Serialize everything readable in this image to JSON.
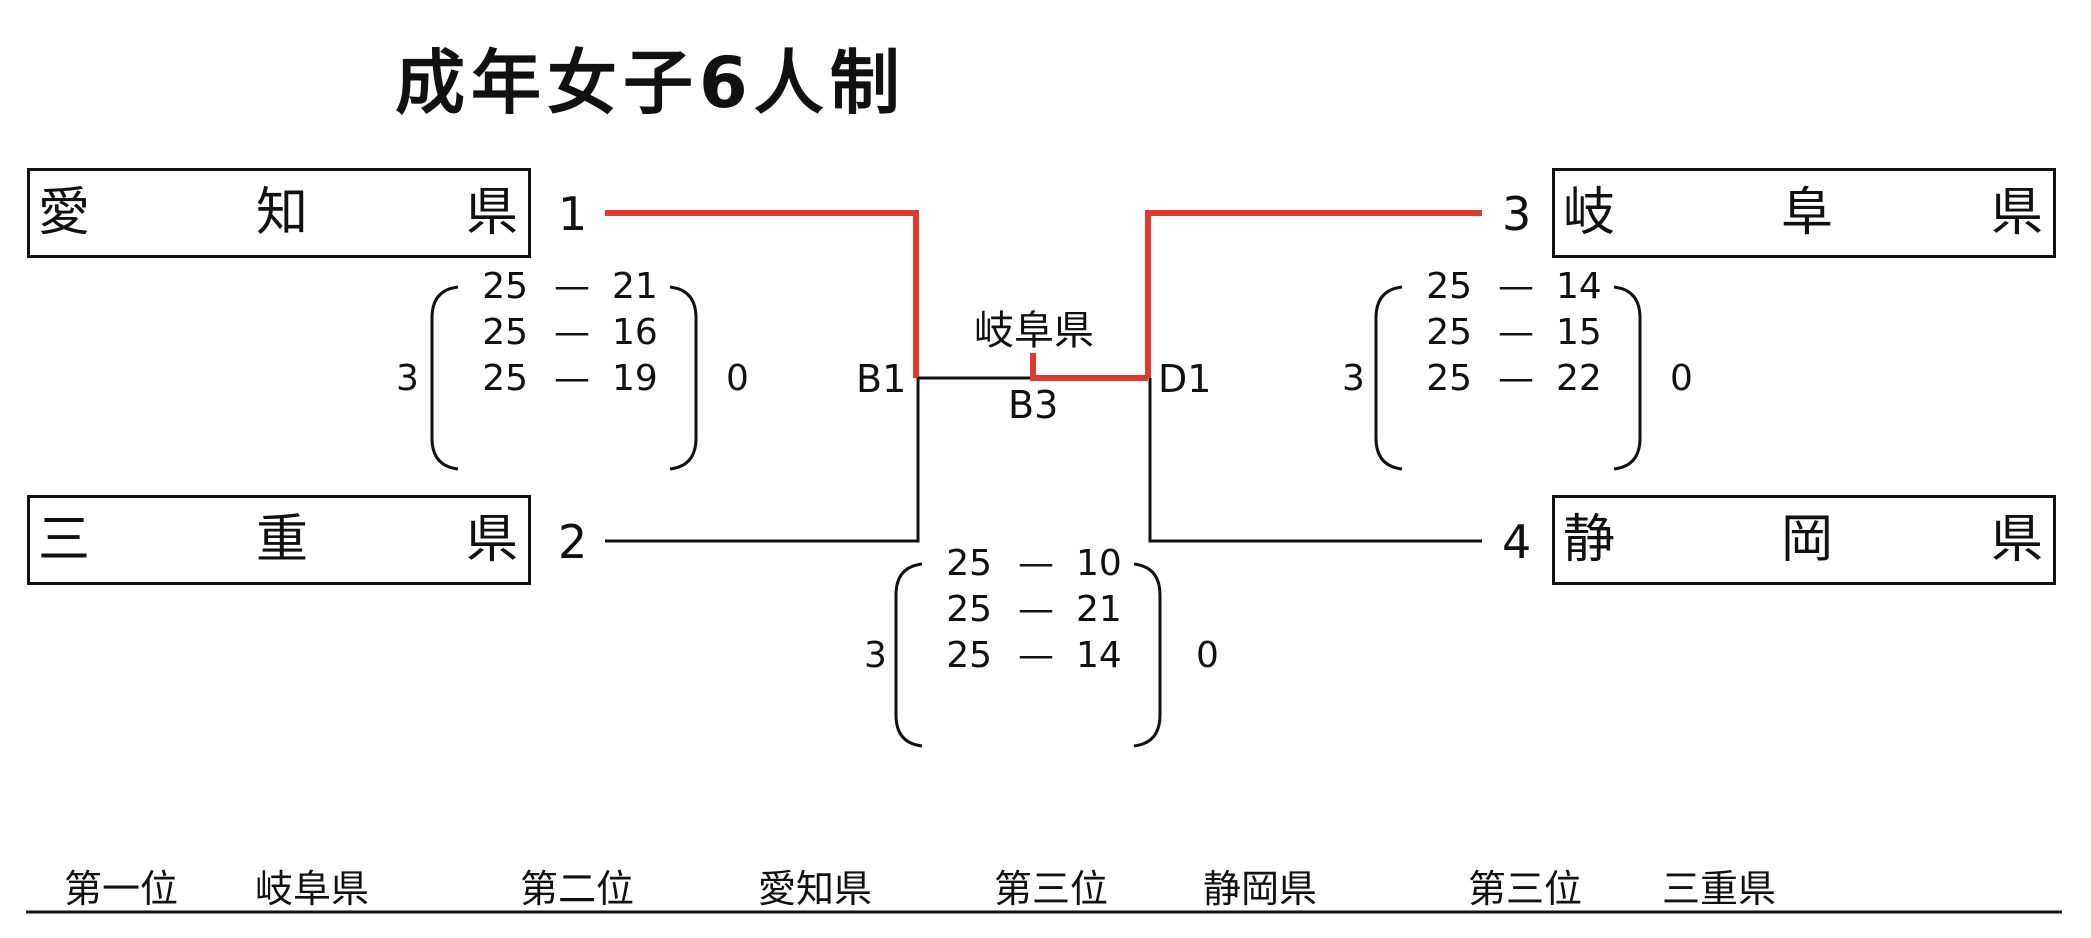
{
  "title": "成年女子6人制",
  "teams": [
    {
      "seed": "1",
      "chars": [
        "愛",
        "知",
        "県"
      ]
    },
    {
      "seed": "2",
      "chars": [
        "三",
        "重",
        "県"
      ]
    },
    {
      "seed": "3",
      "chars": [
        "岐",
        "阜",
        "県"
      ]
    },
    {
      "seed": "4",
      "chars": [
        "静",
        "岡",
        "県"
      ]
    }
  ],
  "matches": {
    "left": {
      "label": "B1",
      "sets_won": "3",
      "sets_lost": "0",
      "sets": [
        {
          "a": "25",
          "d": "—",
          "b": "21"
        },
        {
          "a": "25",
          "d": "—",
          "b": "16"
        },
        {
          "a": "25",
          "d": "—",
          "b": "19"
        }
      ]
    },
    "right": {
      "label": "D1",
      "sets_won": "3",
      "sets_lost": "0",
      "sets": [
        {
          "a": "25",
          "d": "—",
          "b": "14"
        },
        {
          "a": "25",
          "d": "—",
          "b": "15"
        },
        {
          "a": "25",
          "d": "—",
          "b": "22"
        }
      ]
    },
    "final": {
      "label": "B3",
      "winner": "岐阜県",
      "sets_won": "3",
      "sets_lost": "0",
      "sets": [
        {
          "a": "25",
          "d": "—",
          "b": "10"
        },
        {
          "a": "25",
          "d": "—",
          "b": "21"
        },
        {
          "a": "25",
          "d": "—",
          "b": "14"
        }
      ]
    }
  },
  "rankings": [
    {
      "place": "第一位",
      "team": "岐阜県"
    },
    {
      "place": "第二位",
      "team": "愛知県"
    },
    {
      "place": "第三位",
      "team": "静岡県"
    },
    {
      "place": "第三位",
      "team": "三重県"
    }
  ],
  "colors": {
    "winner_line": "#e03a2f",
    "line": "#111111"
  }
}
